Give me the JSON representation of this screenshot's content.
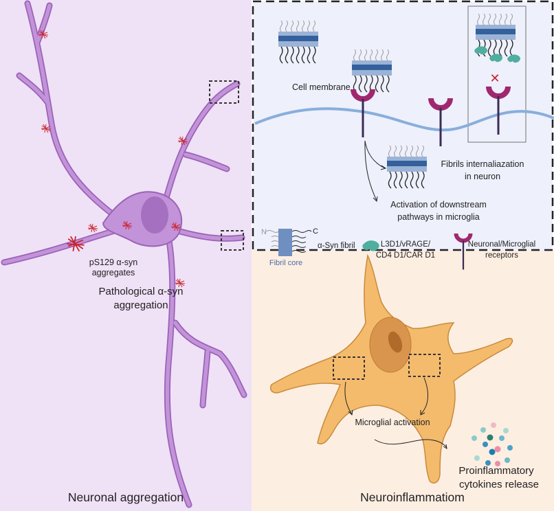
{
  "left_panel": {
    "title": "Neuronal aggregation",
    "aggregates_label": [
      "pS129 α-syn",
      "aggregates"
    ],
    "pathology_label": [
      "Pathological α-syn",
      "aggregation"
    ]
  },
  "top_panel": {
    "membrane_label": "Cell membrane",
    "internalization_label": [
      "Fibrils internaliazation",
      "in neuron"
    ],
    "activation_label": [
      "Activation of  downstream",
      "pathways in microglia"
    ],
    "legend": {
      "n_terminus": "N",
      "c_terminus": "C",
      "fibril_label": "α-Syn fibril",
      "fibril_core_label": "Fibril core",
      "blocker_label": [
        "L3D1/vRAGE/",
        "CD4 D1/CAR D1"
      ],
      "receptor_label": [
        "Neuronal/Microglial",
        "receptors"
      ]
    }
  },
  "bottom_panel": {
    "title": "Neuroinflammatiom",
    "activation_label": "Microglial activation",
    "cytokine_label": [
      "Proinflammatory",
      "cytokines release"
    ]
  },
  "colors": {
    "neuron_panel_bg": "#efe1f6",
    "mechanism_panel_bg": "#eef0fb",
    "microglia_panel_bg": "#fdeee2",
    "neuron": "#b98ad0",
    "aggregate": "#c8242e",
    "receptor": "#a0286e",
    "membrane": "#88aedc",
    "blocker": "#4fae9f",
    "microglia": "#f4bb6d"
  }
}
